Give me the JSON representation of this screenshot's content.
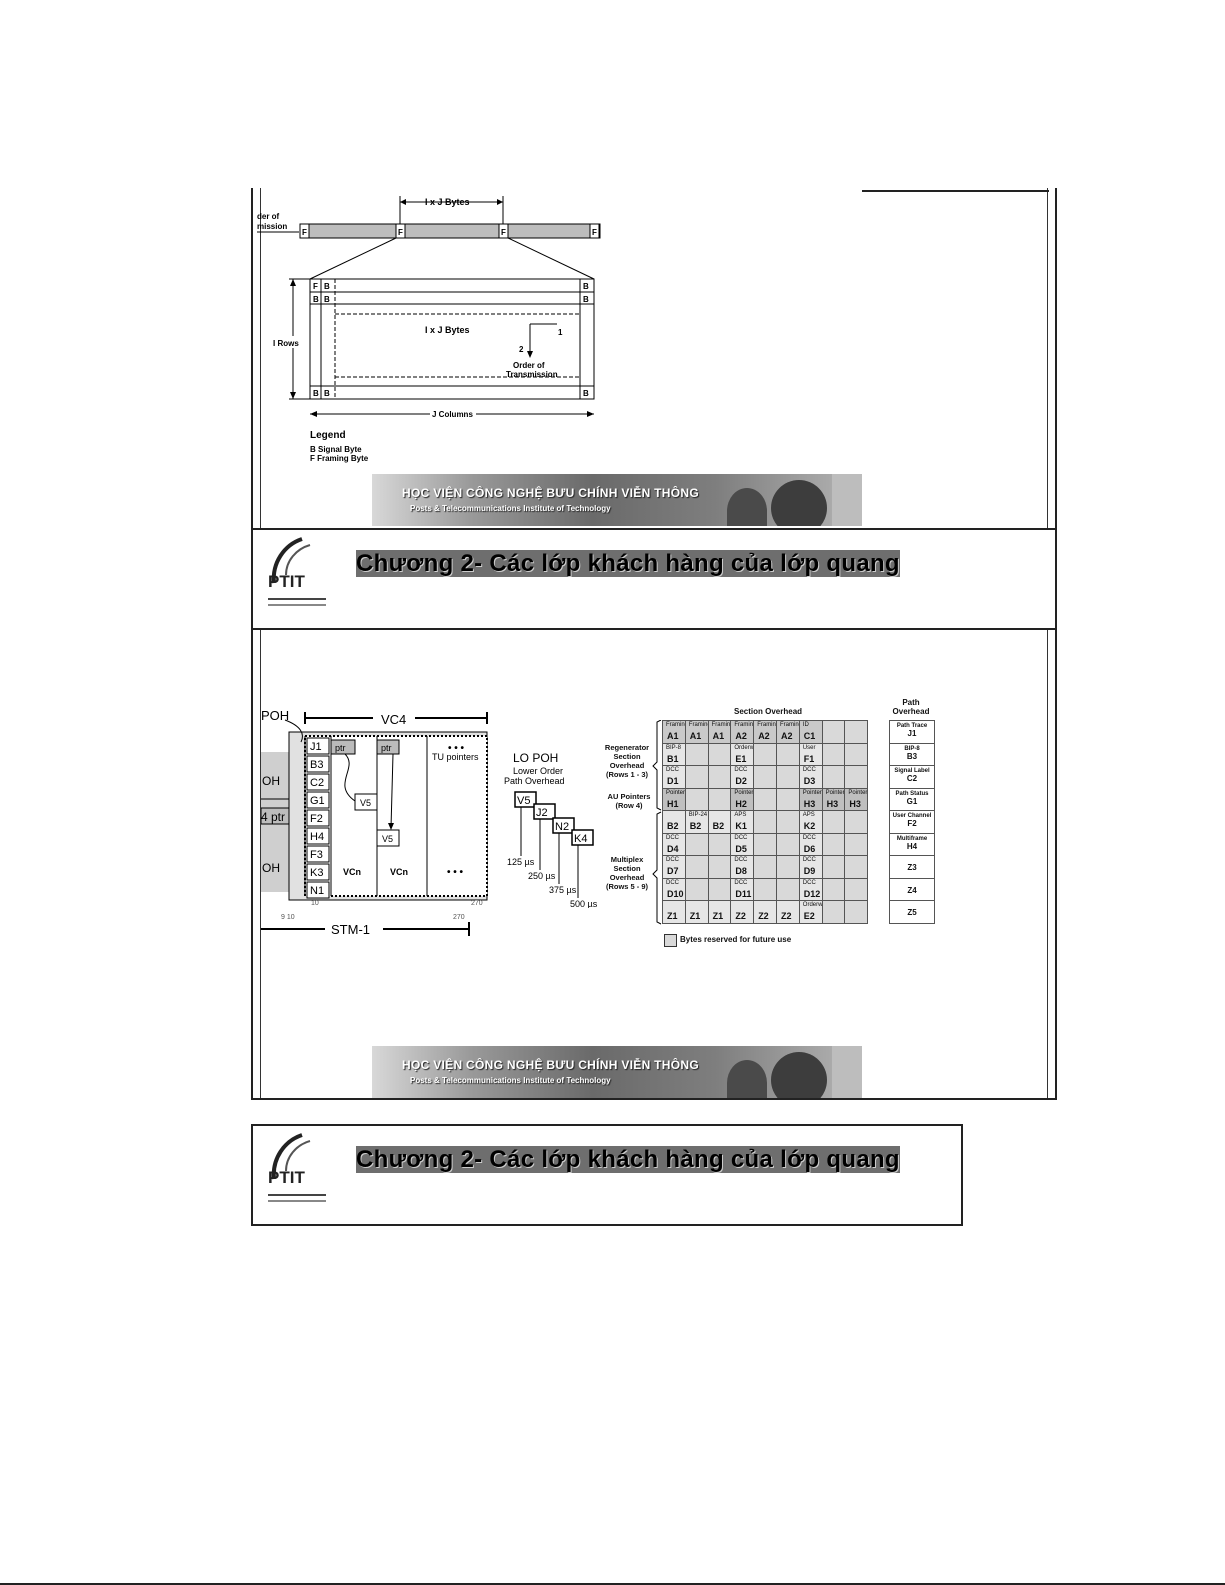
{
  "slide1": {
    "bytes_top": "I x J Bytes",
    "order_top": "der of",
    "transmission_top": "mission",
    "f": "F",
    "b": "B",
    "bytes_center": "I x J Bytes",
    "rows": "I Rows",
    "columns": "J Columns",
    "arrow_1": "1",
    "arrow_2": "2",
    "order_label": "Order of",
    "transmission_label": "Transmission",
    "legend_title": "Legend",
    "legend_b": "B   Signal Byte",
    "legend_f": "F   Framing Byte"
  },
  "banner": {
    "line1": "HỌC VIỆN CÔNG NGHỆ BƯU CHÍNH VIỄN THÔNG",
    "line2": "Posts & Telecommunications Institute of Technology"
  },
  "chapter_title": "Chương 2- Các lớp khách hàng của lớp quang",
  "logo_text": "PTIT",
  "slide2": {
    "poh": "POH",
    "vc4": "VC4",
    "soh_top": "OH",
    "soh_bottom": "OH",
    "ptr4": "4 ptr",
    "poh_bytes": [
      "J1",
      "B3",
      "C2",
      "G1",
      "F2",
      "H4",
      "F3",
      "K3",
      "N1"
    ],
    "ptr": "ptr",
    "v5": "V5",
    "vcn": "VCn",
    "dots": "• • •",
    "tu_pointers": "TU pointers",
    "n10": "10",
    "n270": "270",
    "n9_10": "9  10",
    "n270b": "270",
    "stm1": "STM-1",
    "lo_poh": "LO POH",
    "lower_order": "Lower Order",
    "path_overhead": "Path Overhead",
    "lo_bytes": [
      "V5",
      "J2",
      "N2",
      "K4"
    ],
    "times": [
      "125 µs",
      "250 µs",
      "375 µs",
      "500 µs"
    ],
    "section_overhead": "Section Overhead",
    "path_overhead_title": "Path\nOverhead",
    "regenerator": "Regenerator\nSection\nOverhead\n(Rows 1 - 3)",
    "au_pointers": "AU Pointers\n(Row 4)",
    "multiplex": "Multiplex\nSection\nOverhead\n(Rows 5 - 9)",
    "reserved": "Bytes reserved for future use",
    "row1": [
      [
        "Framing",
        "A1"
      ],
      [
        "Framing",
        "A1"
      ],
      [
        "Framing",
        "A1"
      ],
      [
        "Framing",
        "A2"
      ],
      [
        "Framing",
        "A2"
      ],
      [
        "Framing",
        "A2"
      ],
      [
        "ID",
        "C1"
      ]
    ],
    "row2": [
      [
        "BIP-8",
        "B1"
      ],
      [
        "Orderwire",
        "E1"
      ],
      [
        "User",
        "F1"
      ]
    ],
    "row3": [
      [
        "DCC",
        "D1"
      ],
      [
        "DCC",
        "D2"
      ],
      [
        "DCC",
        "D3"
      ]
    ],
    "row4": [
      [
        "Pointer",
        "H1"
      ],
      [
        "Pointer",
        "H2"
      ],
      [
        "Pointer",
        "H3"
      ],
      [
        "Pointer",
        "H3"
      ],
      [
        "Pointer",
        "H3"
      ]
    ],
    "row5": [
      [
        "",
        "B2"
      ],
      [
        "BIP-24",
        "B2"
      ],
      [
        "",
        "B2"
      ],
      [
        "APS",
        "K1"
      ],
      [
        "APS",
        "K2"
      ]
    ],
    "row6": [
      [
        "DCC",
        "D4"
      ],
      [
        "DCC",
        "D5"
      ],
      [
        "DCC",
        "D6"
      ]
    ],
    "row7": [
      [
        "DCC",
        "D7"
      ],
      [
        "DCC",
        "D8"
      ],
      [
        "DCC",
        "D9"
      ]
    ],
    "row8": [
      [
        "DCC",
        "D10"
      ],
      [
        "DCC",
        "D11"
      ],
      [
        "DCC",
        "D12"
      ]
    ],
    "row9": [
      [
        "",
        "Z1"
      ],
      [
        "",
        "Z1"
      ],
      [
        "",
        "Z1"
      ],
      [
        "",
        "Z2"
      ],
      [
        "",
        "Z2"
      ],
      [
        "",
        "Z2"
      ],
      [
        "Orderwire",
        "E2"
      ]
    ],
    "path_oh": [
      [
        "Path Trace",
        "J1"
      ],
      [
        "BIP-8",
        "B3"
      ],
      [
        "Signal Label",
        "C2"
      ],
      [
        "Path Status",
        "G1"
      ],
      [
        "User Channel",
        "F2"
      ],
      [
        "Multiframe",
        "H4"
      ],
      [
        "",
        "Z3"
      ],
      [
        "",
        "Z4"
      ],
      [
        "",
        "Z5"
      ]
    ]
  }
}
